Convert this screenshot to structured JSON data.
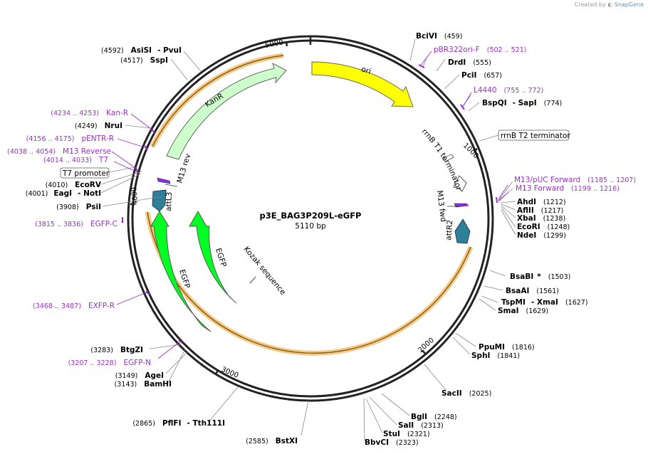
{
  "credit": {
    "prefix": "Created by",
    "brand": "SnapGene"
  },
  "plasmid": {
    "name": "p3E_BAG3P209L-eGFP",
    "size_label": "5110 bp",
    "length_bp": 5110
  },
  "ticks": [
    {
      "bp": 1000,
      "label": "1000"
    },
    {
      "bp": 2000,
      "label": "2000"
    },
    {
      "bp": 3000,
      "label": "3000"
    },
    {
      "bp": 4000,
      "label": "4000"
    },
    {
      "bp": 5000,
      "label": "5000"
    }
  ],
  "enzymes": [
    {
      "name": "BciVI",
      "pos": "(459)",
      "bp": 459
    },
    {
      "name": "DrdI",
      "pos": "(555)",
      "bp": 555
    },
    {
      "name": "PciI",
      "pos": "(657)",
      "bp": 657
    },
    {
      "name": "BspQI",
      "name2": "SapI",
      "pos": "(774)",
      "bp": 774
    },
    {
      "name": "AhdI",
      "pos": "(1212)",
      "bp": 1212
    },
    {
      "name": "AflII",
      "pos": "(1217)",
      "bp": 1217
    },
    {
      "name": "XbaI",
      "pos": "(1238)",
      "bp": 1238
    },
    {
      "name": "EcoRI",
      "pos": "(1248)",
      "bp": 1248
    },
    {
      "name": "NdeI",
      "pos": "(1299)",
      "bp": 1299
    },
    {
      "name": "BsaBI",
      "star": "*",
      "pos": "(1503)",
      "bp": 1503
    },
    {
      "name": "BsaAI",
      "pos": "(1561)",
      "bp": 1561
    },
    {
      "name": "TspMI",
      "name2": "XmaI",
      "pos": "(1627)",
      "bp": 1627
    },
    {
      "name": "SmaI",
      "pos": "(1629)",
      "bp": 1629
    },
    {
      "name": "PpuMI",
      "pos": "(1816)",
      "bp": 1816
    },
    {
      "name": "SphI",
      "pos": "(1841)",
      "bp": 1841
    },
    {
      "name": "SacII",
      "pos": "(2025)",
      "bp": 2025
    },
    {
      "name": "BglI",
      "pos": "(2248)",
      "bp": 2248
    },
    {
      "name": "SalI",
      "pos": "(2313)",
      "bp": 2313
    },
    {
      "name": "StuI",
      "pos": "(2321)",
      "bp": 2321
    },
    {
      "name": "BbvCI",
      "pos": "(2323)",
      "bp": 2323
    },
    {
      "name": "BstXI",
      "pos": "(2585)",
      "bp": 2585
    },
    {
      "name": "PflFI",
      "name2": "Tth111I",
      "pos": "(2865)",
      "bp": 2865
    },
    {
      "name": "BamHI",
      "pos": "(3143)",
      "bp": 3143
    },
    {
      "name": "AgeI",
      "pos": "(3149)",
      "bp": 3149
    },
    {
      "name": "BtgZI",
      "pos": "(3283)",
      "bp": 3283
    },
    {
      "name": "PsiI",
      "pos": "(3908)",
      "bp": 3908
    },
    {
      "name": "EagI",
      "name2": "NotI",
      "pos": "(4001)",
      "bp": 4001
    },
    {
      "name": "EcoRV",
      "pos": "(4010)",
      "bp": 4010
    },
    {
      "name": "NruI",
      "pos": "(4249)",
      "bp": 4249
    },
    {
      "name": "SspI",
      "pos": "(4517)",
      "bp": 4517
    },
    {
      "name": "AsiSI",
      "name2": "PvuI",
      "pos": "(4592)",
      "bp": 4592
    }
  ],
  "primers": [
    {
      "name": "pBR322ori-F",
      "range": "(502 .. 521)"
    },
    {
      "name": "L4440",
      "range": "(755 .. 772)"
    },
    {
      "name": "M13/pUC Forward",
      "range": "(1185 .. 1207)"
    },
    {
      "name": "M13 Forward",
      "range": "(1199 .. 1216)"
    },
    {
      "name": "Kan-R",
      "range": "(4234 .. 4253)"
    },
    {
      "name": "pENTR-R",
      "range": "(4156 .. 4175)"
    },
    {
      "name": "M13 Reverse",
      "range": "(4038 .. 4054)"
    },
    {
      "name": "T7",
      "range": "(4014 .. 4033)"
    },
    {
      "name": "EGFP-C",
      "range": "(3815 .. 3836)"
    },
    {
      "name": "EXFP-R",
      "range": "(3468 .. 3487)"
    },
    {
      "name": "EGFP-N",
      "range": "(3207 .. 3228)"
    }
  ],
  "boxed_labels": {
    "rrnb_t2": "rrnB T2 terminator",
    "t7_promoter": "T7 promoter"
  },
  "features": {
    "ori": "ori",
    "kanr": "KanR",
    "egfp_outer": "EGFP",
    "egfp_inner": "EGFP",
    "m13_rev": "M13 rev",
    "m13_fwd": "M13 fwd",
    "attl3": "attL3",
    "attr2": "attR2",
    "rrnb_t1": "rrnB T1 terminator",
    "kozak": "Kozak sequence"
  },
  "colors": {
    "ori": "#ffff00",
    "kanr": "#ccffcc",
    "egfp": "#00ff22",
    "att": "#2e8099",
    "m13": "#8a2be2",
    "primer": "#9b30c8",
    "highlight": "#f3c98b",
    "backbone": "#222222"
  }
}
